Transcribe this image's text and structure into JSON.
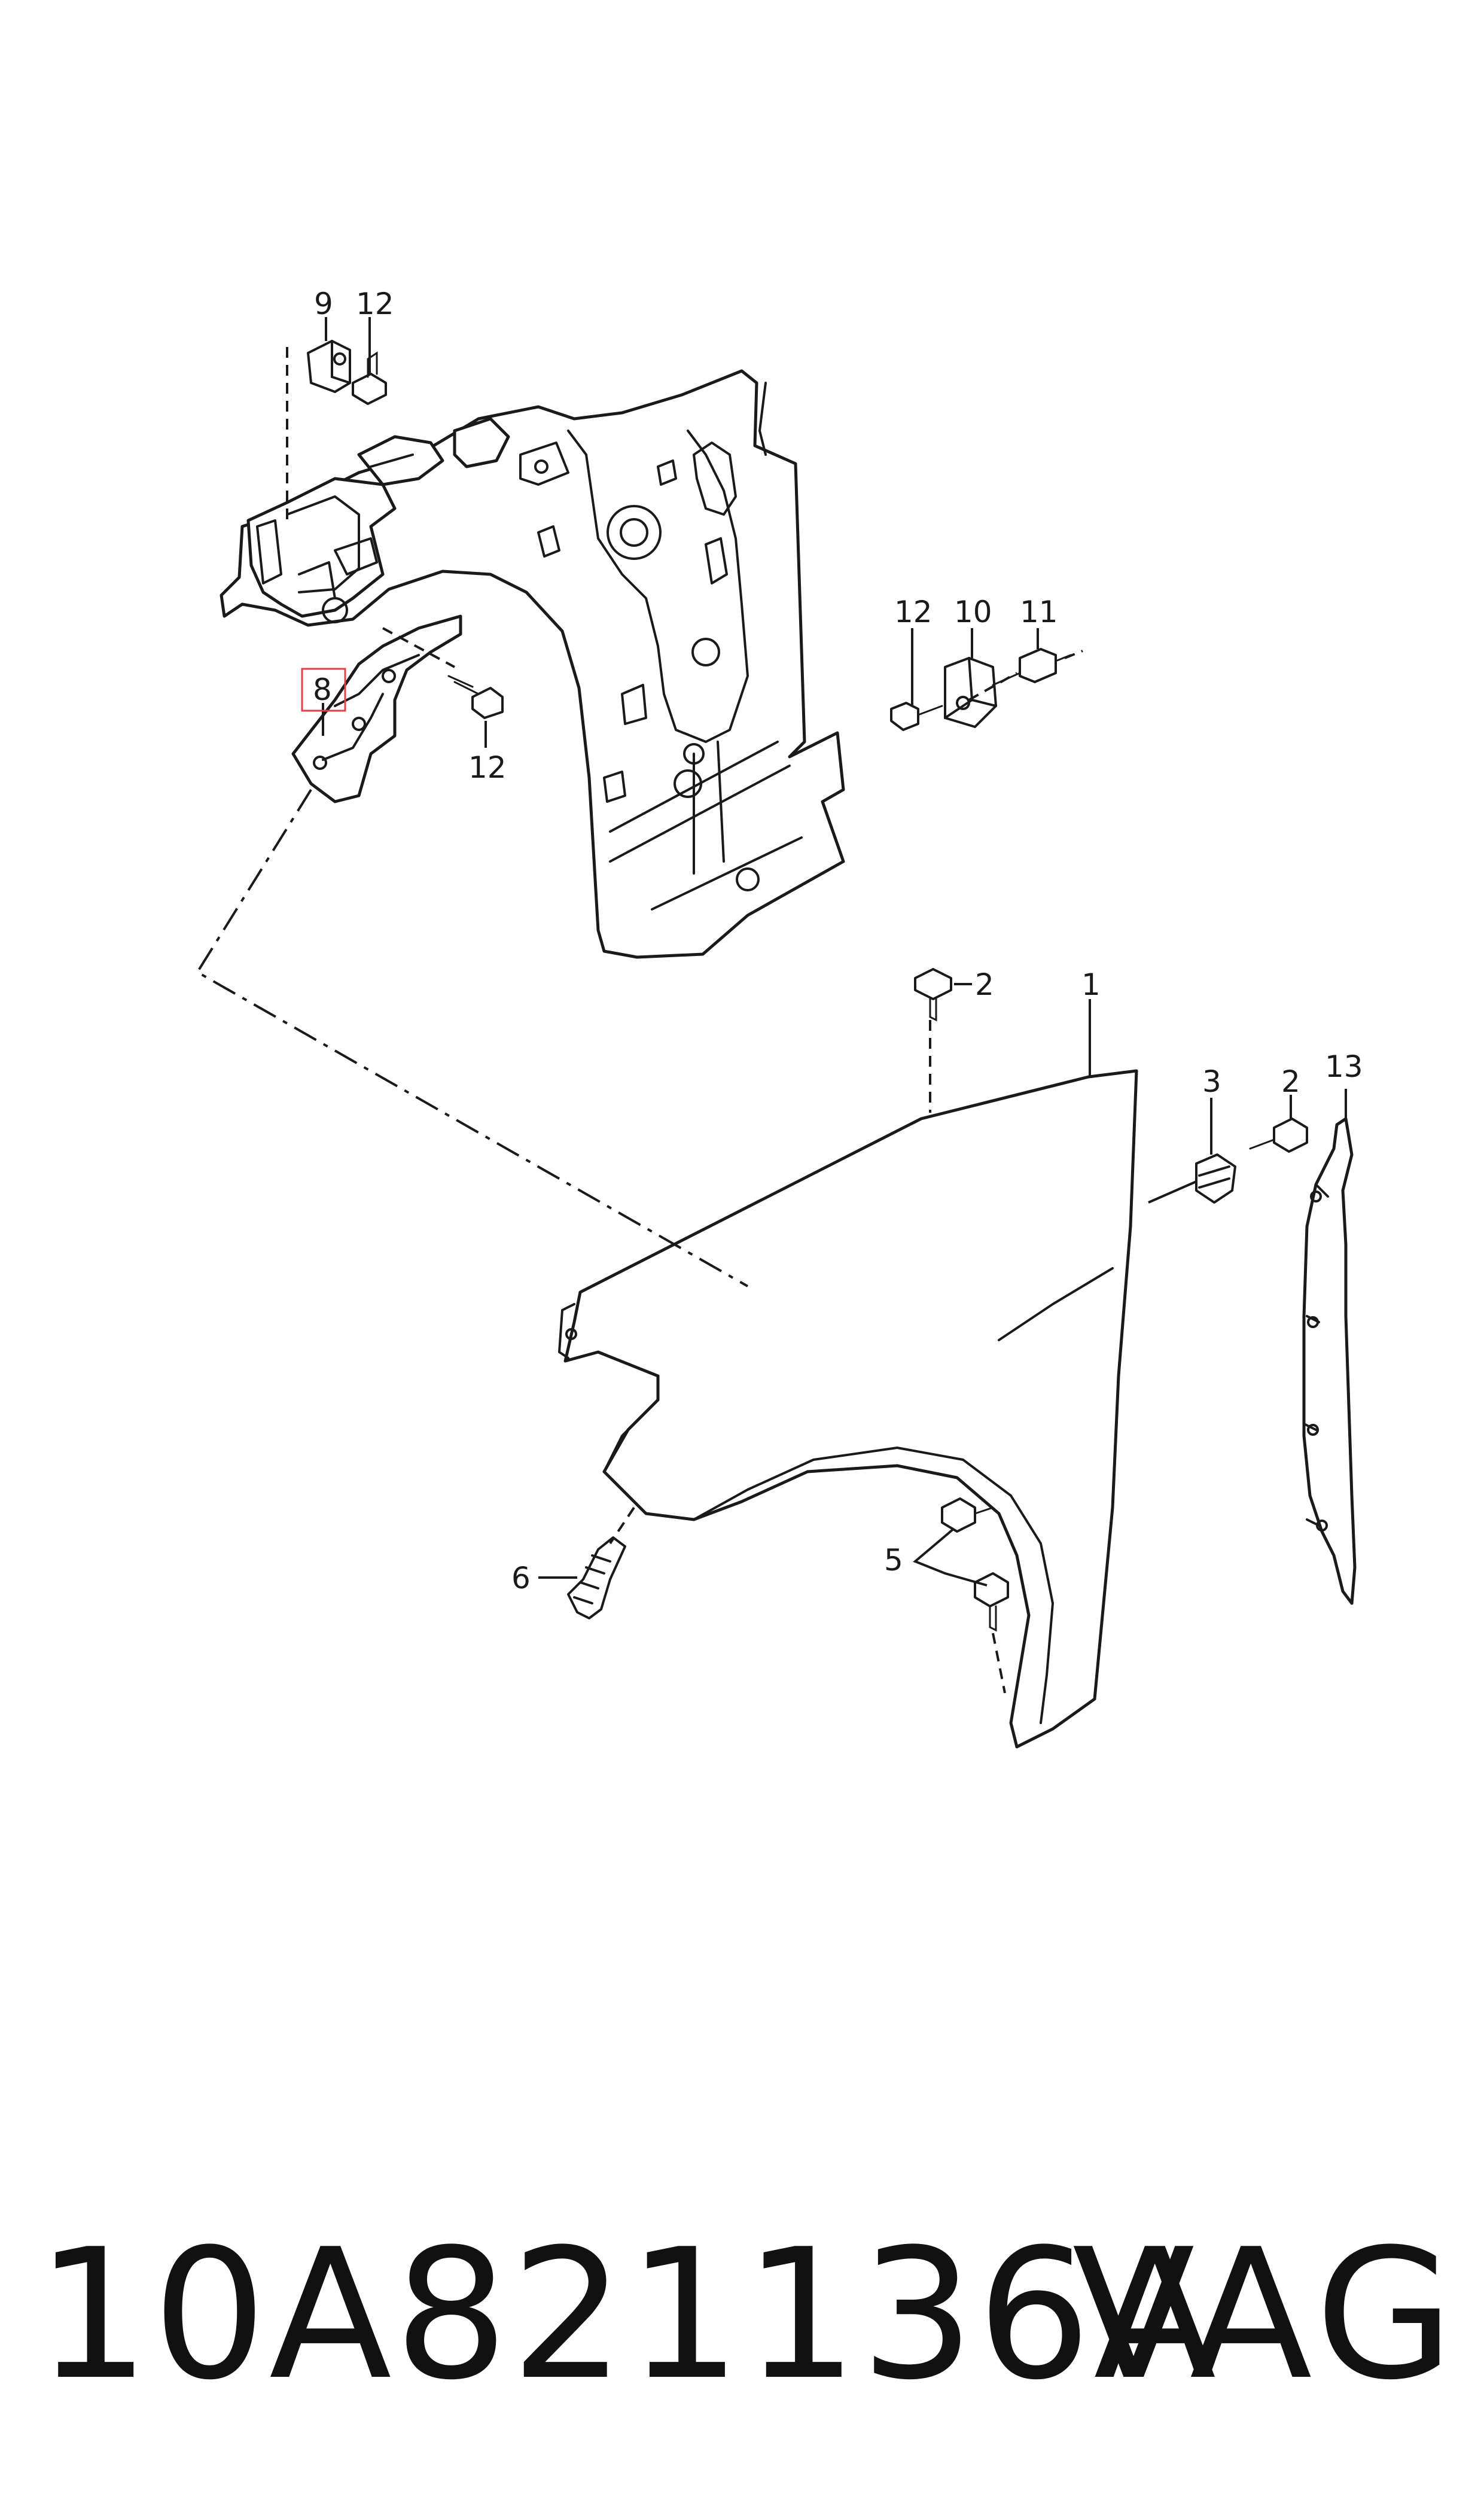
{
  "callouts": {
    "c1": "1",
    "c2a": "2",
    "c2b": "2",
    "c3": "3",
    "c5": "5",
    "c6": "6",
    "c8": "8",
    "c9": "9",
    "c10": "10",
    "c11": "11",
    "c12a": "12",
    "c12b": "12",
    "c12c": "12",
    "c13": "13"
  },
  "footer": {
    "part_number": "10A821136A",
    "brand": "VAG"
  },
  "colors": {
    "line": "#1a1a1a",
    "highlight": "#e0404a"
  }
}
